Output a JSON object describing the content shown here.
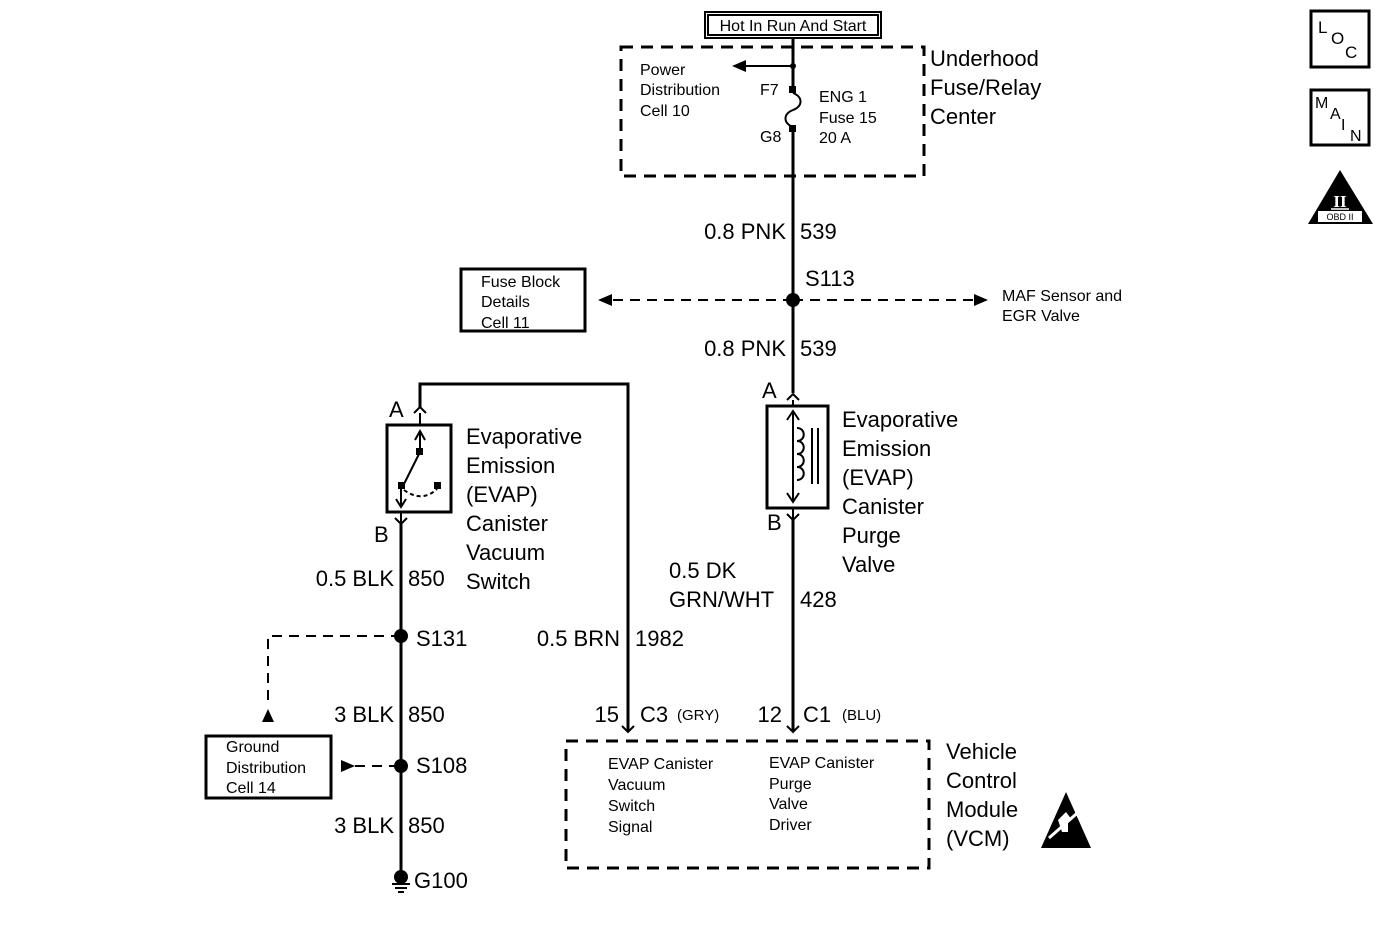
{
  "header": {
    "power_label": "Hot In Run And Start"
  },
  "badges": {
    "loc": [
      "L",
      "O",
      "C"
    ],
    "main": [
      "M",
      "A",
      "I",
      "N"
    ],
    "obd_roman": "II",
    "obd_text": "OBD II"
  },
  "fuse_center": {
    "title": [
      "Underhood",
      "Fuse/Relay",
      "Center"
    ],
    "power_dist": [
      "Power",
      "Distribution",
      "Cell 10"
    ],
    "pin_top": "F7",
    "pin_bottom": "G8",
    "fuse": [
      "ENG 1",
      "Fuse 15",
      "20 A"
    ]
  },
  "wires": {
    "pnk_upper": {
      "gauge": "0.8 PNK",
      "circuit": "539"
    },
    "pnk_lower": {
      "gauge": "0.8 PNK",
      "circuit": "539"
    },
    "blk_switch": {
      "gauge": "0.5 BLK",
      "circuit": "850"
    },
    "blk_mid": {
      "gauge": "3 BLK",
      "circuit": "850"
    },
    "blk_low": {
      "gauge": "3 BLK",
      "circuit": "850"
    },
    "brn": {
      "gauge": "0.5 BRN",
      "circuit": "1982"
    },
    "grn": {
      "gauge_line1": "0.5 DK",
      "gauge_line2": "GRN/WHT",
      "circuit": "428"
    }
  },
  "splices": {
    "s113": "S113",
    "s131": "S131",
    "s108": "S108",
    "g100": "G100"
  },
  "fuse_block": [
    "Fuse Block",
    "Details",
    "Cell 11"
  ],
  "maf": [
    "MAF Sensor and",
    "EGR Valve"
  ],
  "ground_dist": [
    "Ground",
    "Distribution",
    "Cell 14"
  ],
  "vacuum_switch": {
    "pin_a": "A",
    "pin_b": "B",
    "label": [
      "Evaporative",
      "Emission",
      "(EVAP)",
      "Canister",
      "Vacuum",
      "Switch"
    ]
  },
  "purge_valve": {
    "pin_a": "A",
    "pin_b": "B",
    "label": [
      "Evaporative",
      "Emission",
      "(EVAP)",
      "Canister",
      "Purge",
      "Valve"
    ]
  },
  "connectors": {
    "c3": {
      "pin": "15",
      "name": "C3",
      "color": "(GRY)"
    },
    "c1": {
      "pin": "12",
      "name": "C1",
      "color": "(BLU)"
    }
  },
  "vcm": {
    "title": [
      "Vehicle",
      "Control",
      "Module",
      "(VCM)"
    ],
    "signal": [
      "EVAP Canister",
      "Vacuum",
      "Switch",
      "Signal"
    ],
    "driver": [
      "EVAP Canister",
      "Purge",
      "Valve",
      "Driver"
    ]
  }
}
